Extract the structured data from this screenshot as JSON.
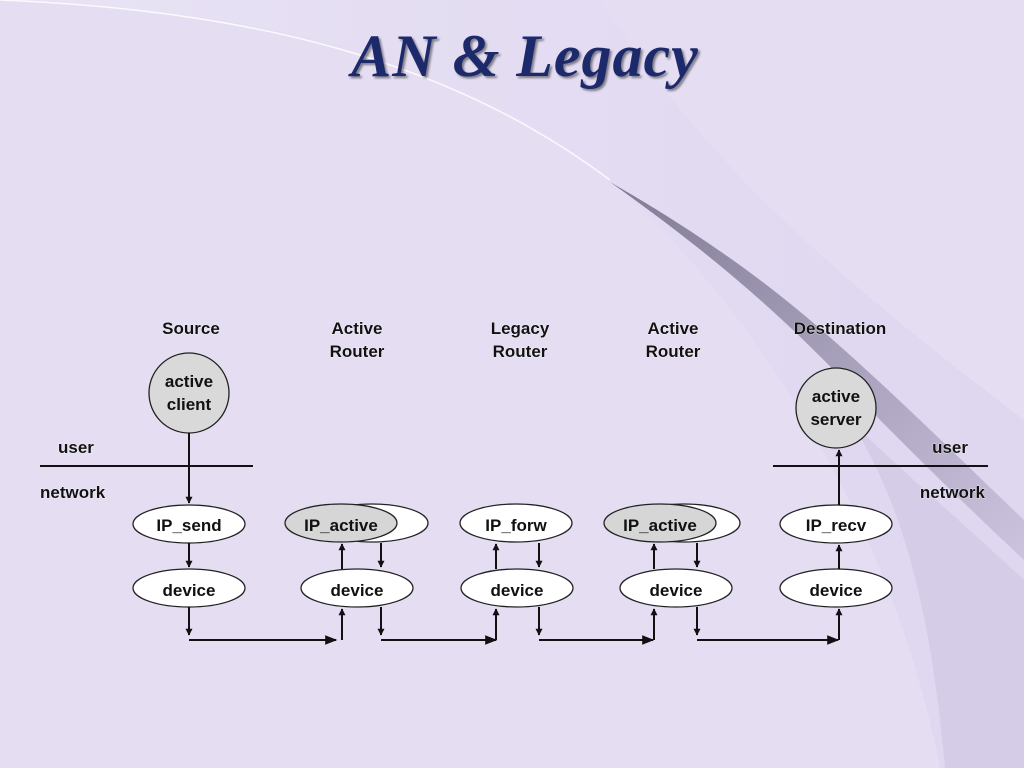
{
  "title": "AN & Legacy",
  "columns": [
    {
      "line1": "Source",
      "line2": ""
    },
    {
      "line1": "Active",
      "line2": "Router"
    },
    {
      "line1": "Legacy",
      "line2": "Router"
    },
    {
      "line1": "Active",
      "line2": "Router"
    },
    {
      "line1": "Destination",
      "line2": ""
    }
  ],
  "endpoints": {
    "source": {
      "line1": "active",
      "line2": "client"
    },
    "destination": {
      "line1": "active",
      "line2": "server"
    }
  },
  "layers": {
    "left_user": "user",
    "left_network": "network",
    "right_user": "user",
    "right_network": "network"
  },
  "ip_nodes": [
    "IP_send",
    "IP_active",
    "IP_forw",
    "IP_active",
    "IP_recv"
  ],
  "device_label": "device",
  "colors": {
    "title": "#1c2a6c",
    "background": "#e6dff4",
    "node_fill": "#ffffff",
    "active_fill": "#d6d6d6"
  }
}
